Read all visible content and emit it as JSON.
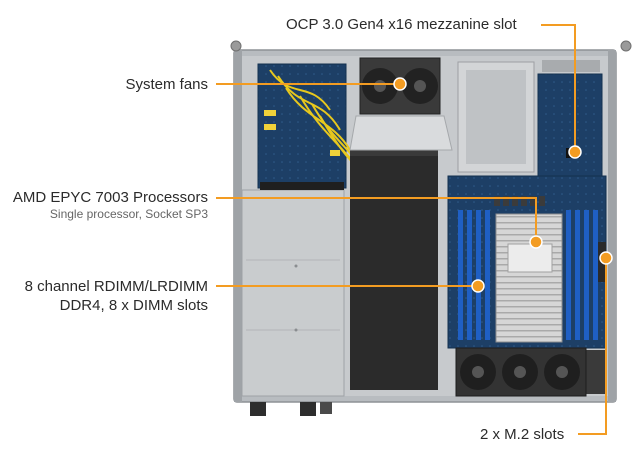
{
  "callouts": {
    "ocp_slot": {
      "title": "OCP 3.0 Gen4 x16 mezzanine slot"
    },
    "system_fans": {
      "title": "System fans"
    },
    "processors": {
      "title": "AMD EPYC 7003 Processors",
      "subtitle": "Single processor, Socket SP3"
    },
    "memory": {
      "line1": "8 channel RDIMM/LRDIMM",
      "line2": "DDR4, 8 x DIMM slots"
    },
    "m2_slots": {
      "title": "2 x M.2 slots"
    }
  },
  "colors": {
    "callout_line": "#f39c22",
    "callout_dot": "#f39c22",
    "text": "#2b2b2b",
    "subtext": "#666666",
    "chassis_frame": "#b8bcc0",
    "psu_bay": "#c9ccce",
    "motherboard": "#1d3f66",
    "dimm": "#1f5fc4",
    "heatsink": "#cfcfcf"
  }
}
